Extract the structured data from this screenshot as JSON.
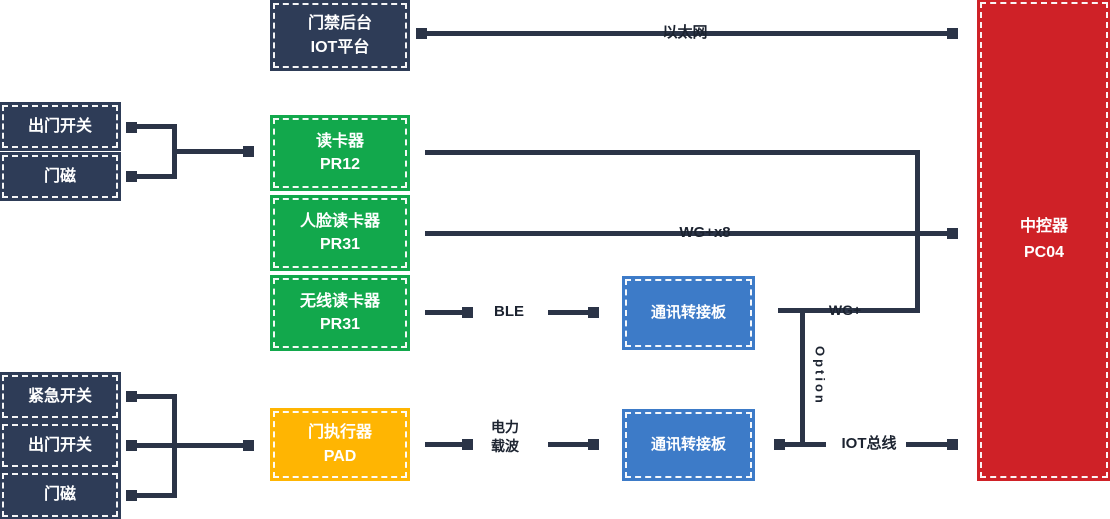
{
  "nodes": {
    "backend": {
      "line1": "门禁后台",
      "line2": "IOT平台"
    },
    "exit_switch_top": {
      "label": "出门开关"
    },
    "door_magnet_top": {
      "label": "门磁"
    },
    "reader_pr12": {
      "line1": "读卡器",
      "line2": "PR12"
    },
    "face_reader_pr31": {
      "line1": "人脸读卡器",
      "line2": "PR31"
    },
    "wireless_reader_pr31": {
      "line1": "无线读卡器",
      "line2": "PR31"
    },
    "comm_board_top": {
      "label": "通讯转接板"
    },
    "emergency_switch": {
      "label": "紧急开关"
    },
    "exit_switch_bottom": {
      "label": "出门开关"
    },
    "door_magnet_bottom": {
      "label": "门磁"
    },
    "door_actuator": {
      "line1": "门执行器",
      "line2": "PAD"
    },
    "comm_board_bottom": {
      "label": "通讯转接板"
    },
    "controller": {
      "line1": "中控器",
      "line2": "PC04"
    }
  },
  "links": {
    "ethernet": "以太网",
    "wg_x8": "WG+x8",
    "ble": "BLE",
    "wg": "WG+",
    "option": "Option",
    "iot_bus": "IOT总线",
    "plc_line1": "电力",
    "plc_line2": "载波"
  },
  "colors": {
    "navy": "#2e3c57",
    "green": "#12a84c",
    "blue": "#3d7bc8",
    "yellow": "#ffb502",
    "red": "#cf2127",
    "line": "#2b3447",
    "label_text": "#1c2330"
  }
}
